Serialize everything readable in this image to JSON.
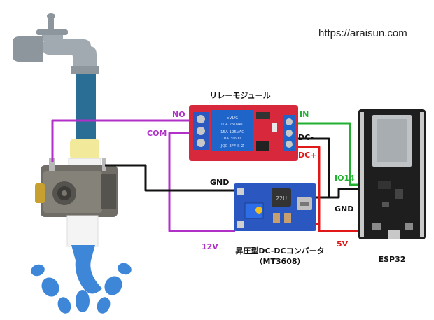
{
  "site_url": "https://araisun.com",
  "relay": {
    "title": "リレーモジュール",
    "pin_no": "NO",
    "pin_com": "COM",
    "pin_in": "IN",
    "pin_dc_minus": "DC-",
    "pin_dc_plus": "DC+",
    "print_5vdc": "5VDC",
    "print_10a250": "10A 250VAC",
    "print_15a125": "15A 125VAC",
    "print_10a30": "10A 30VDC",
    "print_model": "JQC-3FF-S-Z"
  },
  "converter": {
    "title": "昇圧型DC-DCコンバータ",
    "model": "（MT3608）",
    "vin_label": "12V",
    "gnd_label": "GND",
    "inductor_print": "22U"
  },
  "esp32": {
    "title": "ESP32",
    "pin_io14": "IO14",
    "pin_gnd": "GND",
    "pin_5v": "5V"
  },
  "colors": {
    "wire_purple": "#b030c8",
    "wire_black": "#111111",
    "wire_red": "#e01818",
    "wire_green": "#22b030",
    "label_red": "#e01818",
    "label_purple": "#b030c8",
    "label_green": "#22b030",
    "relay_board": "#d8283c",
    "converter_board": "#2a58c0",
    "esp32_board": "#1e1e1e",
    "faucet": "#9aa3aa",
    "pipe": "#2a6e96",
    "water": "#3e86d8"
  }
}
